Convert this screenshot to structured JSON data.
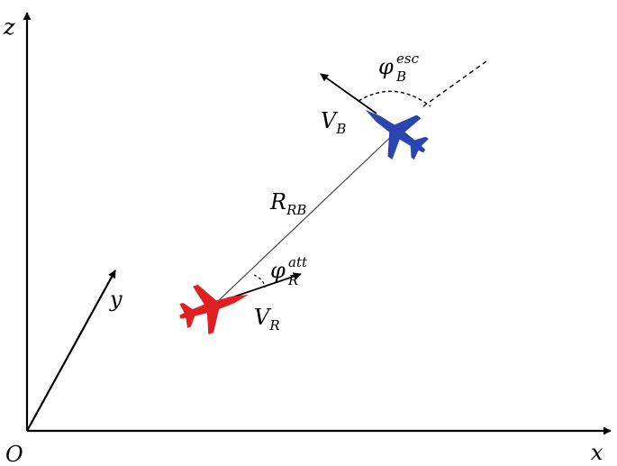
{
  "axes": {
    "x": "x",
    "y": "y",
    "z": "z",
    "origin": "O"
  },
  "labels": {
    "distance": {
      "main": "R",
      "sub": "RB"
    },
    "red_velocity": {
      "main": "V",
      "sub": "R"
    },
    "blue_velocity": {
      "main": "V",
      "sub": "B"
    },
    "attack_angle": {
      "main": "φ",
      "sup": "att",
      "sub": "R"
    },
    "escape_angle": {
      "main": "φ",
      "sup": "esc",
      "sub": "B"
    }
  },
  "colors": {
    "red_aircraft": "#e02020",
    "blue_aircraft": "#2a44b0",
    "line": "#000000"
  },
  "icons": {
    "red": "red-fighter-jet-icon",
    "blue": "blue-fighter-jet-icon"
  }
}
